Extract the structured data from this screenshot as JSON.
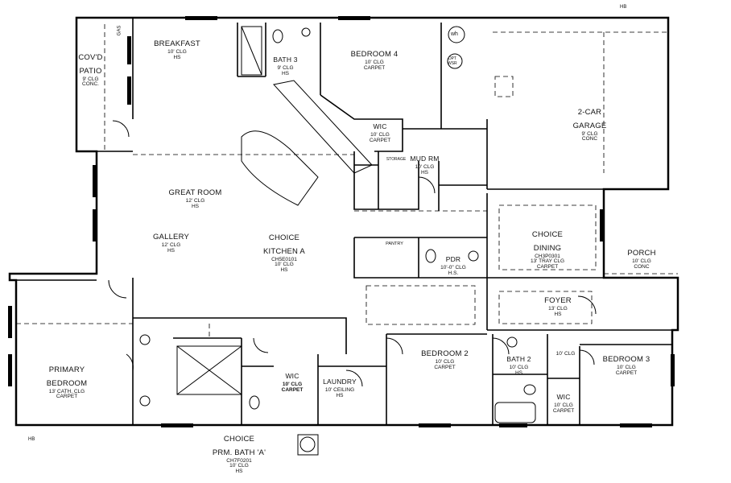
{
  "markers": {
    "hb_top": "HB",
    "hb_bottom": "HB",
    "gas": "GAS"
  },
  "fixtures": {
    "water_heater": "wh",
    "opt_wsr": "OPT\nWSR"
  },
  "rooms": {
    "breakfast": {
      "name": "BREAKFAST",
      "l1": "10' CLG",
      "l2": "HS"
    },
    "bath3": {
      "name": "BATH 3",
      "l1": "9' CLG",
      "l2": "HS"
    },
    "bedroom4": {
      "name": "BEDROOM 4",
      "l1": "10' CLG",
      "l2": "CARPET"
    },
    "covd_patio": {
      "name1": "COV'D",
      "name2": "PATIO",
      "l1": "9' CLG",
      "l2": "CONC."
    },
    "garage": {
      "name1": "2-CAR",
      "name2": "GARAGE",
      "l1": "9' CLG",
      "l2": "CONC"
    },
    "wic_top": {
      "name": "WIC",
      "l1": "10' CLG",
      "l2": "CARPET"
    },
    "storage": {
      "name": "STORAGE"
    },
    "mud_rm": {
      "name": "MUD RM",
      "l1": "10' CLG",
      "l2": "HS"
    },
    "great_room": {
      "name": "GREAT ROOM",
      "l1": "12' CLG",
      "l2": "HS"
    },
    "gallery": {
      "name": "GALLERY",
      "l1": "12' CLG",
      "l2": "HS"
    },
    "kitchen": {
      "name1": "CHOICE",
      "name2": "KITCHEN A",
      "l1": "CH5E0101",
      "l2": "10' CLG",
      "l3": "HS"
    },
    "pantry": {
      "name": "PANTRY"
    },
    "pdr": {
      "name": "PDR",
      "l1": "10'-0\" CLG",
      "l2": "H.S."
    },
    "dining": {
      "name1": "CHOICE",
      "name2": "DINING",
      "l1": "CH3P0301",
      "l2": "13' TRAY CLG",
      "l3": "CARPET"
    },
    "porch": {
      "name": "PORCH",
      "l1": "10' CLG",
      "l2": "CONC"
    },
    "foyer": {
      "name": "FOYER",
      "l1": "13' CLG",
      "l2": "HS"
    },
    "primary_bedroom": {
      "name1": "PRIMARY",
      "name2": "BEDROOM",
      "l1": "13' CATH. CLG",
      "l2": "CARPET"
    },
    "wic_primary": {
      "name": "WIC",
      "l1": "10' CLG",
      "l2": "CARPET"
    },
    "laundry": {
      "name": "LAUNDRY",
      "l1": "10' CEILING",
      "l2": "HS"
    },
    "bedroom2": {
      "name": "BEDROOM 2",
      "l1": "10' CLG",
      "l2": "CARPET"
    },
    "bath2": {
      "name": "BATH 2",
      "l1": "10' CLG",
      "l2": "HS"
    },
    "hall_clg": {
      "l1": "10' CLG"
    },
    "bedroom3": {
      "name": "BEDROOM 3",
      "l1": "10' CLG",
      "l2": "CARPET"
    },
    "wic_bed3": {
      "name": "WIC",
      "l1": "10' CLG",
      "l2": "CARPET"
    },
    "prm_bath": {
      "name1": "CHOICE",
      "name2": "PRM. BATH 'A'",
      "l1": "CH7F0201",
      "l2": "10' CLG",
      "l3": "HS"
    }
  }
}
